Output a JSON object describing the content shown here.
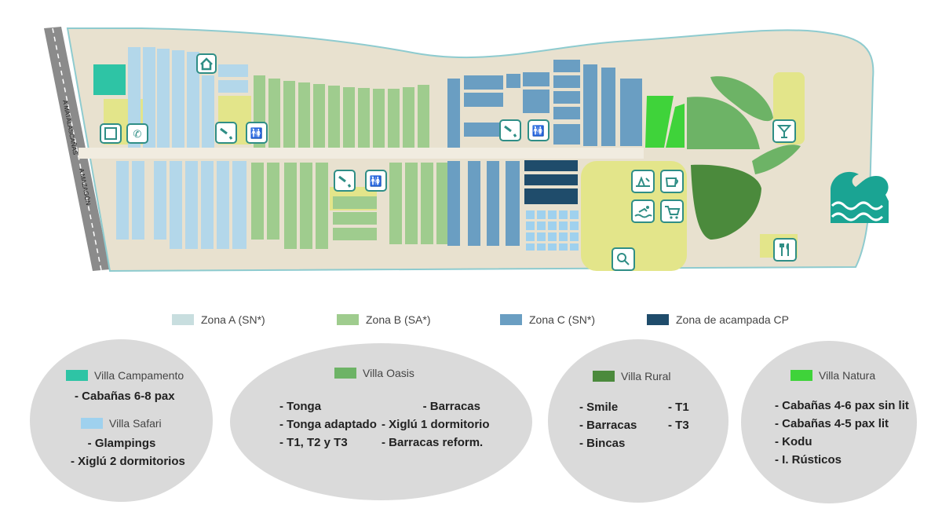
{
  "colors": {
    "zone_a": "#b3d7ea",
    "zone_b": "#9fcc8e",
    "zone_c": "#6a9ec2",
    "acampada": "#1f4c6b",
    "campamento": "#2ec4a5",
    "oasis": "#6db366",
    "rural": "#4b8a3c",
    "natura": "#3fd33a",
    "service": "#e3e58a",
    "sand": "#e8e1cf",
    "road": "#8b8b8b",
    "sea": "#1aa493"
  },
  "road_labels": [
    "A MATALASCAÑAS",
    "A MAZAGÓN"
  ],
  "icons": [
    "home-icon",
    "phone-booth-icon",
    "telephone-icon",
    "shower-icon",
    "toilet-icon",
    "playground-icon",
    "coffee-cup-icon",
    "swimming-icon",
    "shopping-cart-icon",
    "cocktail-icon",
    "tennis-icon",
    "restaurant-icon",
    "waves-icon"
  ],
  "legend": [
    {
      "label": "Zona A (SN*)",
      "color": "#c8dedf"
    },
    {
      "label": "Zona B (SA*)",
      "color": "#9fcc8e"
    },
    {
      "label": "Zona C (SN*)",
      "color": "#6a9ec2"
    },
    {
      "label": "Zona de acampada CP",
      "color": "#1f4c6b"
    }
  ],
  "groups": {
    "campamento_safari": {
      "campamento": {
        "title": "Villa Campamento",
        "color": "#2ec4a5",
        "items": [
          "- Cabañas 6-8 pax"
        ]
      },
      "safari": {
        "title": "Villa Safari",
        "color": "#9fd1ee",
        "items": [
          "- Glampings",
          "- Xiglú 2 dormitorios"
        ]
      }
    },
    "oasis": {
      "title": "Villa Oasis",
      "color": "#6db366",
      "left": [
        "- Tonga",
        "- Tonga adaptado",
        "- T1, T2 y T3"
      ],
      "right": [
        "- Barracas",
        "- Xiglú 1 dormitorio",
        "- Barracas reform."
      ]
    },
    "rural": {
      "title": "Villa Rural",
      "color": "#4b8a3c",
      "left": [
        "- Smile",
        "- Barracas",
        "- Bincas"
      ],
      "right": [
        "- T1",
        "- T3"
      ]
    },
    "natura": {
      "title": "Villa Natura",
      "color": "#3fd33a",
      "items": [
        "- Cabañas 4-6 pax sin lit",
        "- Cabañas 4-5 pax lit",
        "- Kodu",
        "- I. Rústicos"
      ]
    }
  }
}
